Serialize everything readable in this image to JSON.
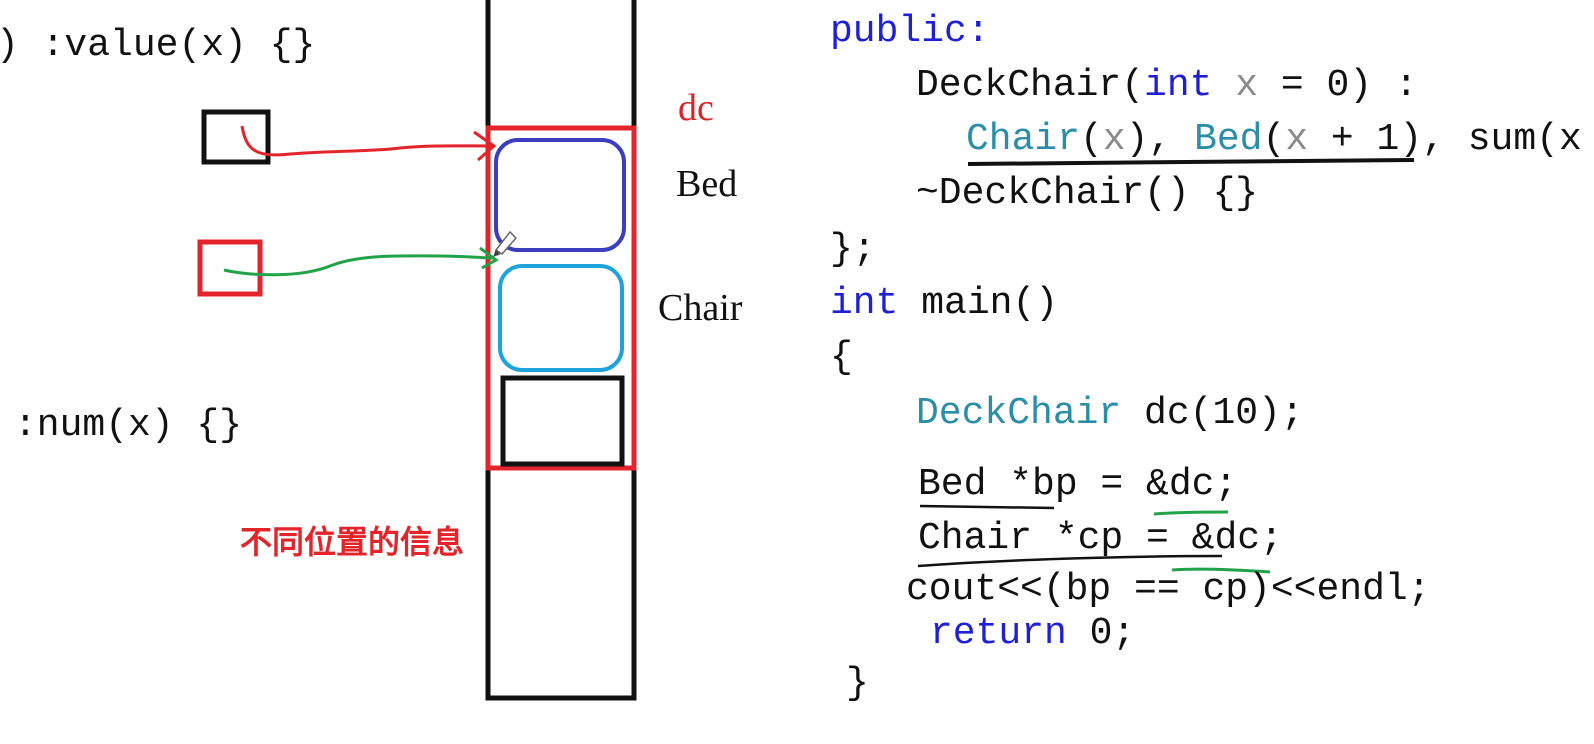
{
  "left_code": {
    "line_value": ") :value(x) {}",
    "line_num": ":num(x) {}"
  },
  "memory_labels": {
    "dc": "dc",
    "bed": "Bed",
    "chair": "Chair"
  },
  "annotation": "不同位置的信息",
  "code": {
    "public": "public:",
    "ctor_name": "DeckChair(",
    "ctor_int": "int",
    "ctor_x": "x",
    "ctor_rest": " = 0) :",
    "init_chair": "Chair",
    "init_x1": "x",
    "init_bed": "Bed",
    "init_x2": "x",
    "init_plus": " + 1), sum(x",
    "dtor": "~DeckChair() {}",
    "close_brace": "};",
    "main_int": "int",
    "main_rest": " main()",
    "open_brace": "{",
    "decl_type": "DeckChair",
    "decl_rest": " dc(10);",
    "bp_line": "Bed *bp = &dc;",
    "cp_line": "Chair *cp = &dc;",
    "cout_line": "cout<<(bp == cp)<<endl;",
    "return_kw": "return",
    "return_rest": " 0;",
    "end_brace": "}"
  },
  "colors": {
    "keyword": "#1f1fd6",
    "type": "#2a8fa6",
    "red": "#e3242b",
    "green": "#22a34a",
    "navy": "#3b3fbf",
    "cyan": "#1ea3dc"
  }
}
